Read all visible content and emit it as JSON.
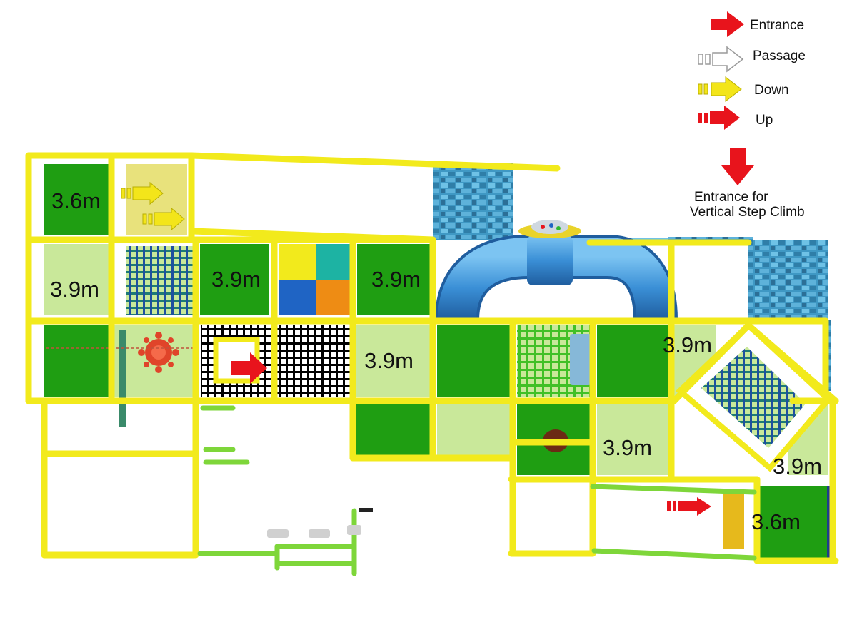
{
  "legend": {
    "entrance_label": "Entrance",
    "passage_label": "Passage",
    "down_label": "Down",
    "up_label": "Up",
    "vertical_entrance_line1": "Entrance for",
    "vertical_entrance_line2": "Vertical Step Climb"
  },
  "height_labels": {
    "top_left": "3.6m",
    "row1_left": "3.9m",
    "row1_second": "3.9m",
    "row1_third": "3.9m",
    "row2_center": "3.9m",
    "row2_right": "3.9m",
    "lower_center": "3.9m",
    "diagonal_bottom": "3.9m",
    "bottom_right": "3.6m"
  },
  "colors": {
    "frame": "#f2ea1c",
    "frame_edge": "#b8ae00",
    "deck_dark": "#1f9e12",
    "deck_light": "#c9e89a",
    "net_green": "#44c22a",
    "tube": "#3a8fd6",
    "tube_dark": "#1f5d9e",
    "stone": "#3f98c4",
    "arrow_red": "#e8141c",
    "arrow_yellow": "#f3e51a",
    "soft_yellow": "#f2ea1c",
    "soft_teal": "#1db3a3",
    "soft_blue": "#1f64c4",
    "soft_orange": "#ee8c14",
    "pipe_green": "#7ed63a"
  }
}
